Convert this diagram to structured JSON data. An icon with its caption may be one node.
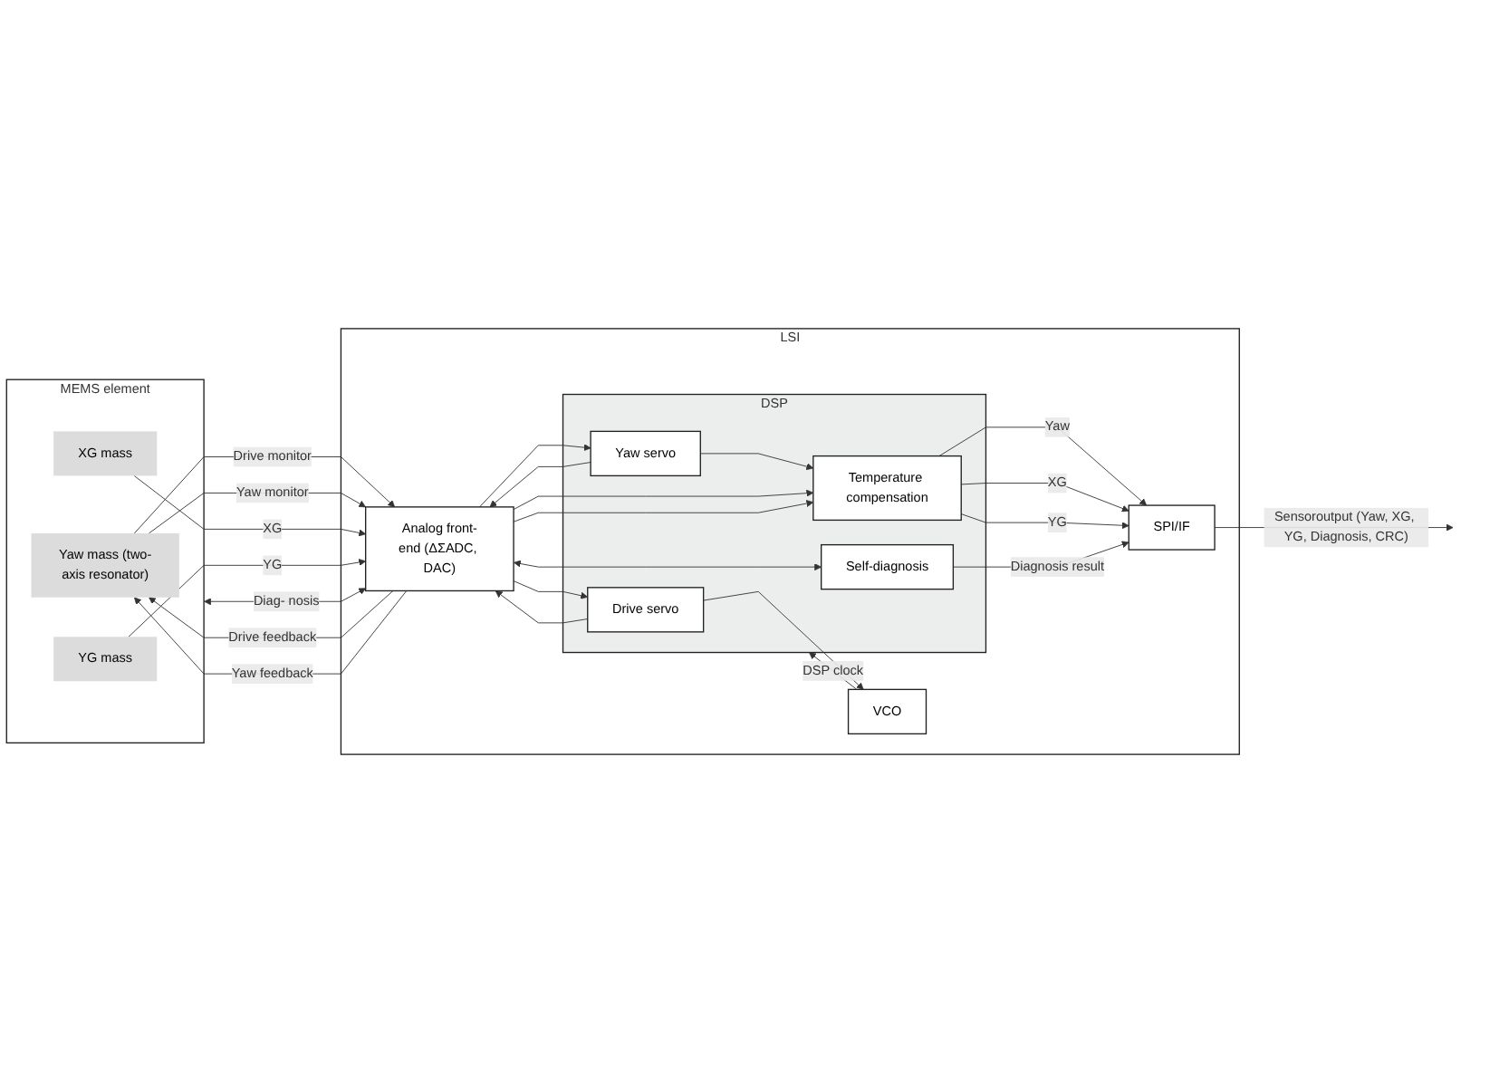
{
  "diagram": {
    "nodes": [
      {
        "text": [
          "MEMS element"
        ]
      },
      {
        "text": [
          "Yaw mass (two-axis resonator)"
        ],
        "in": 0
      },
      {
        "text": [
          "XG mass"
        ],
        "in": 0
      },
      {
        "text": [
          "YG mass"
        ],
        "in": 0
      },
      {
        "text": [
          "LSI"
        ]
      },
      {
        "text": [
          "VCO"
        ],
        "in": 4
      },
      {
        "text": [
          "Analog front-end (ΔΣADC, DAC)"
        ],
        "in": 4
      },
      {
        "text": [
          "DSP"
        ],
        "in": 4
      },
      {
        "text": [
          "Drive servo"
        ],
        "in": 7
      },
      {
        "text": [
          "Yaw servo"
        ],
        "in": 7
      },
      {
        "text": [
          "Temperature compensation"
        ],
        "in": 7
      },
      {
        "text": [
          "Self-diagnosis"
        ],
        "in": 7
      },
      {
        "text": [
          "SPI/IF"
        ],
        "in": 4
      }
    ],
    "edges": [
      {
        "from": 6,
        "to": 1,
        "arrow": "to",
        "label": "Drive feedback"
      },
      {
        "from": 1,
        "to": 6,
        "arrow": "to",
        "label": "Drive monitor"
      },
      {
        "from": 6,
        "to": 1,
        "arrow": "to",
        "label": "Yaw feedback"
      },
      {
        "from": 1,
        "to": 6,
        "arrow": "to",
        "label": "Yaw monitor"
      },
      {
        "from": 2,
        "to": 6,
        "arrow": "to",
        "label": "XG"
      },
      {
        "from": 3,
        "to": 6,
        "arrow": "to",
        "label": "YG"
      },
      {
        "from": 0,
        "to": 6,
        "arrow": "both",
        "label": "Diag- nosis"
      },
      {
        "from": 8,
        "to": 5,
        "arrow": "to"
      },
      {
        "from": 5,
        "to": 7,
        "arrow": "to",
        "label": "DSP clock"
      },
      {
        "from": 8,
        "to": 6,
        "arrow": "to"
      },
      {
        "from": 6,
        "to": 8,
        "arrow": "to"
      },
      {
        "from": 9,
        "to": 6,
        "arrow": "to"
      },
      {
        "from": 6,
        "to": 9,
        "arrow": "to"
      },
      {
        "from": 9,
        "to": 10,
        "arrow": "to"
      },
      {
        "from": 6,
        "to": 10,
        "arrow": "to"
      },
      {
        "from": 6,
        "to": 10,
        "arrow": "to"
      },
      {
        "from": 10,
        "to": 12,
        "arrow": "to",
        "label": "Yaw"
      },
      {
        "from": 10,
        "to": 12,
        "arrow": "to",
        "label": "XG"
      },
      {
        "from": 10,
        "to": 12,
        "arrow": "to",
        "label": "YG"
      },
      {
        "from": 6,
        "to": 11,
        "arrow": "both"
      },
      {
        "from": 11,
        "to": 12,
        "arrow": "to",
        "label": "Diagnosis result"
      },
      {
        "from": 12,
        "to": null,
        "arrow": "to",
        "label": "Sensoroutput (Yaw, XG, YG, Diagnosis, CRC)"
      }
    ]
  }
}
